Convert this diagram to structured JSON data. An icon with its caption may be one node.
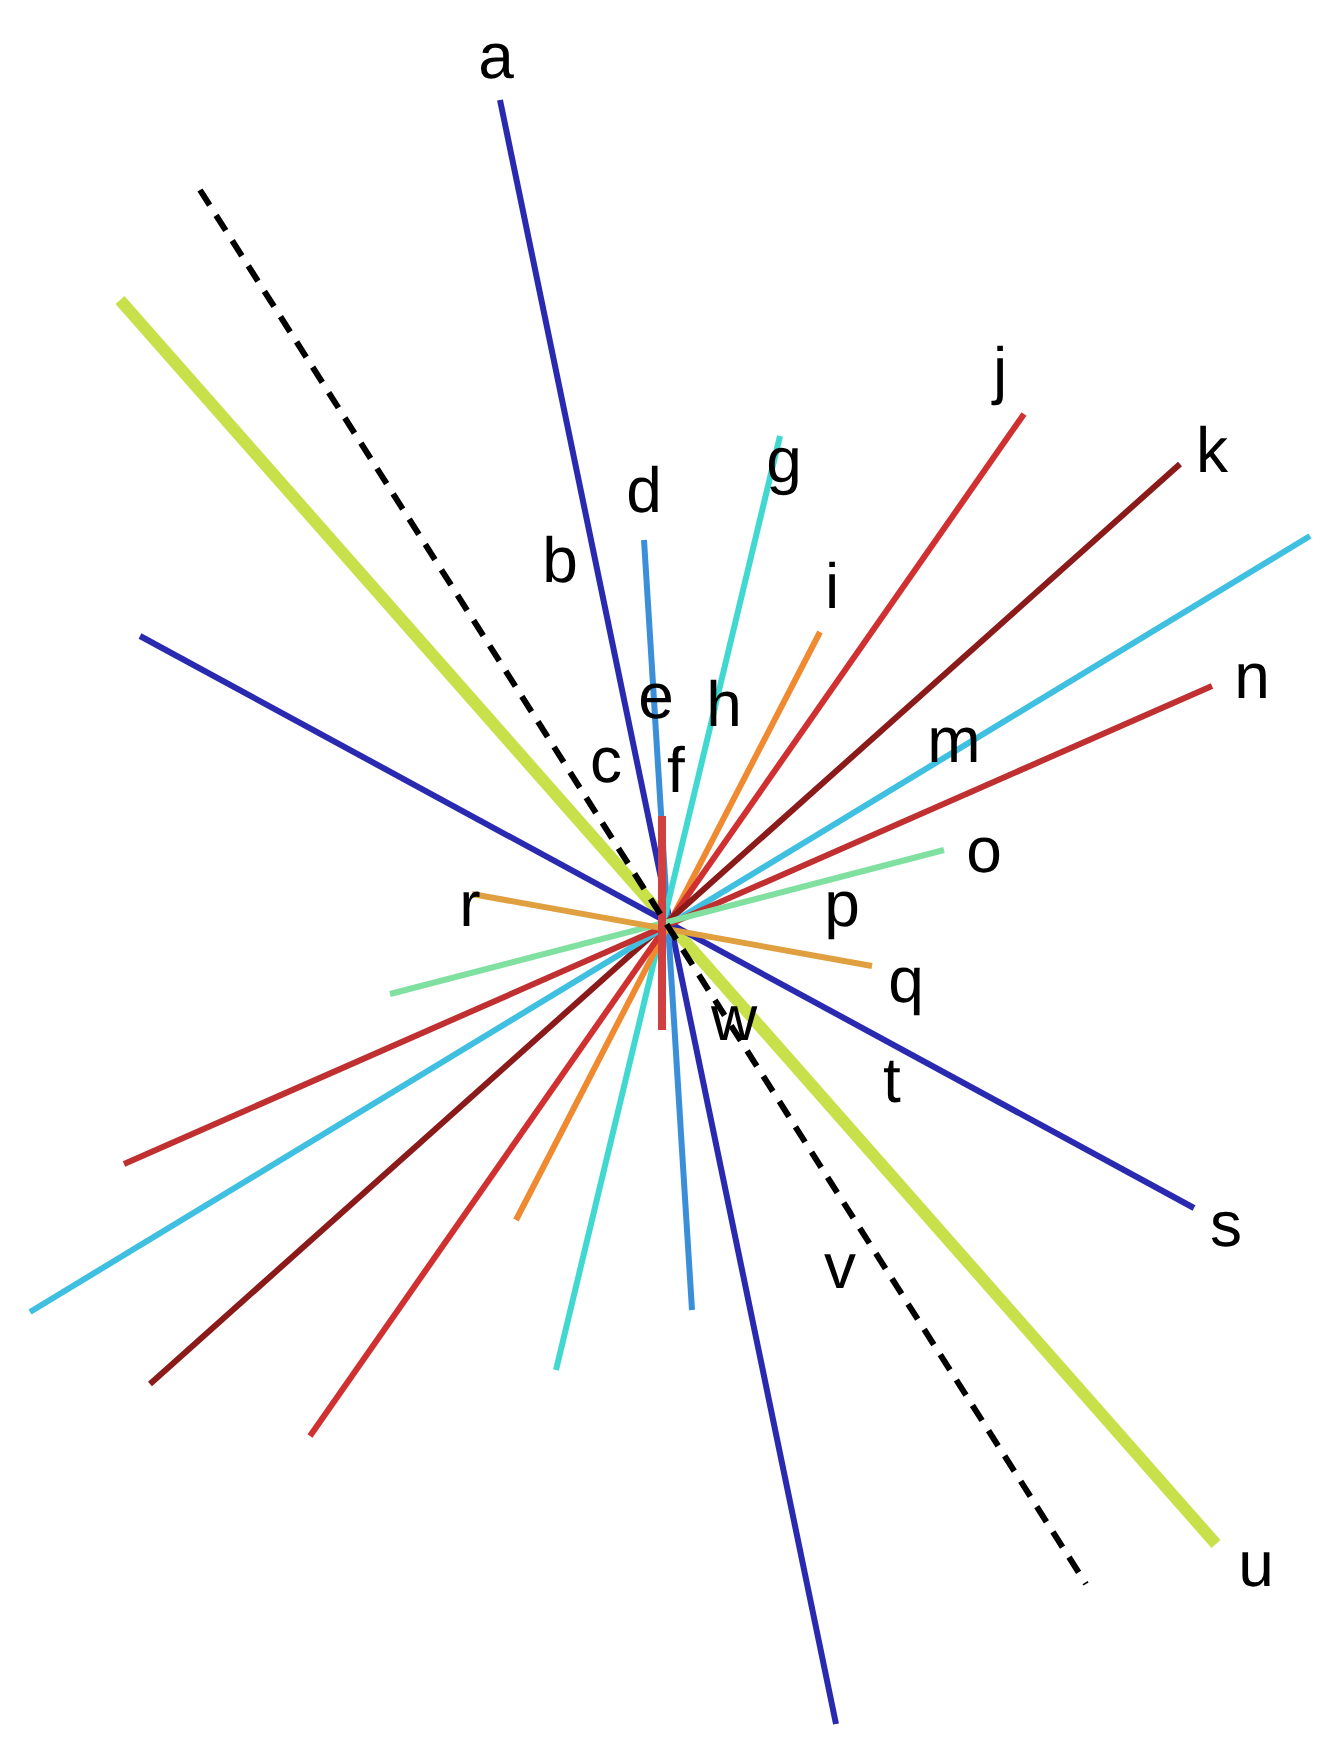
{
  "diagram": {
    "labels": [
      "a",
      "b",
      "c",
      "d",
      "e",
      "f",
      "g",
      "h",
      "i",
      "j",
      "k",
      "m",
      "n",
      "o",
      "p",
      "q",
      "r",
      "s",
      "t",
      "u",
      "v",
      "w"
    ]
  }
}
